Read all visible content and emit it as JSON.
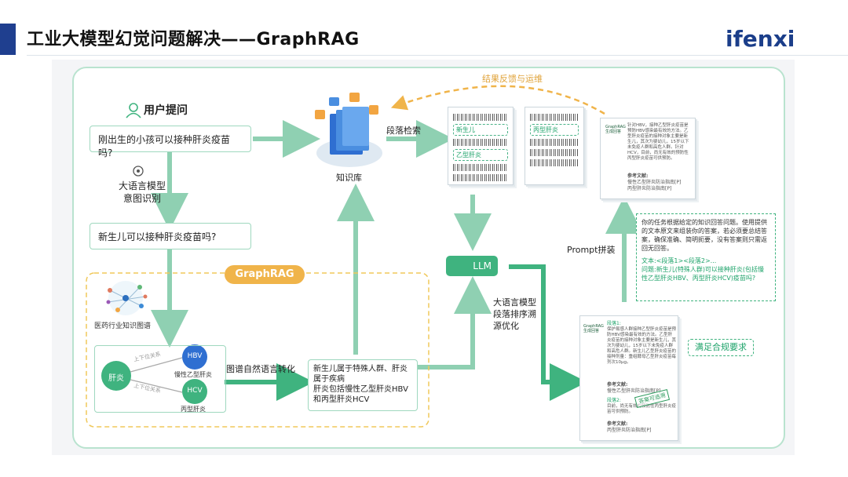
{
  "header": {
    "title": "工业大模型幻觉问题解决——GraphRAG",
    "logo": "ifenxi"
  },
  "user_query": {
    "heading": "用户提问",
    "question": "刚出生的小孩可以接种肝炎疫苗吗?",
    "intent_label": "大语言模型\n意图识别",
    "rewritten": "新生儿可以接种肝炎疫苗吗?"
  },
  "graphrag": {
    "badge": "GraphRAG",
    "kg_label": "医药行业知识图谱",
    "root_node": "肝炎",
    "relation_1": "上下位关系",
    "relation_2": "上下位关系",
    "node_hbv": "HBV",
    "node_hbv_caption": "慢性乙型肝炎",
    "node_hcv": "HCV",
    "node_hcv_caption": "丙型肝炎",
    "convert_label": "图谱自然语言转化",
    "nl_text_1": "新生儿属于特殊人群、肝炎属于疾病",
    "nl_text_2": "肝炎包括慢性乙型肝炎HBV和丙型肝炎HCV"
  },
  "pipeline": {
    "feedback_label": "结果反馈与运维",
    "knowledge_base_label": "知识库",
    "retrieval_label": "段落检索",
    "doc_tag_1": "新生儿",
    "doc_tag_2": "乙型肝炎",
    "doc_tag_3": "丙型肝炎",
    "llm_label": "LLM",
    "rerank_label": "大语言模型\n段落排序溯\n源优化",
    "prompt_label": "Prompt拼装",
    "compliance_label": "满足合规要求"
  },
  "prompt_box": {
    "instruction": "你的任务根据给定的知识回答问题。使用提供的文本原文来组装你的答案，若必须要总结答案，确保准确、简明扼要，没有答案则只需返回无回答。",
    "context_line": "文本:<段落1><段落2>...",
    "question_line": "问题:新生儿(特殊人群)可以接种肝炎(包括慢性乙型肝炎HBV、丙型肝炎HCV)疫苗吗?"
  },
  "answer_top": {
    "brand": "GraphRAG\n生成回答",
    "body": "针对HBV，接种乙型肝炎疫苗是预防HBV感染最有效的方法。乙型肝炎疫苗的接种对象主要是新生儿，其次为婴幼儿，15岁以下未免疫人群和高危人群。针对HCV，目前，尚无有效的预防性丙型肝炎疫苗可供预防。",
    "ref_label": "参考文献:",
    "ref_1": "慢性乙型肝炎防治指南[P]",
    "ref_2": "丙型肝炎防治指南[P]"
  },
  "answer_bottom": {
    "brand": "GraphRAG\n生成回答",
    "para1_label": "段落1:",
    "para1_body": "保护易感人群接种乙型肝炎疫苗是预防HBV感染最有效的方法。乙型肝炎疫苗的接种对象主要是新生儿，其次为婴幼儿，15岁以下未免疫人群和高危人群。新生儿乙型肝炎疫苗的接种剂量：重组酵母乙型肝炎疫苗每剂次10μg。",
    "ref_label_1": "参考文献:",
    "ref_1": "慢性乙型肝炎防治指南[P]",
    "para2_label": "段落2:",
    "para2_body": "目前，尚无有效的预防性丙型肝炎疫苗可供预防。",
    "ref_label_2": "参考文献:",
    "ref_2": "丙型肝炎防治指南[P]",
    "stamp": "答案可追溯"
  },
  "colors": {
    "accent_green": "#3fb37f",
    "light_green": "#b9e3cf",
    "orange": "#f0b44a",
    "brand_blue": "#1b3e8a"
  }
}
